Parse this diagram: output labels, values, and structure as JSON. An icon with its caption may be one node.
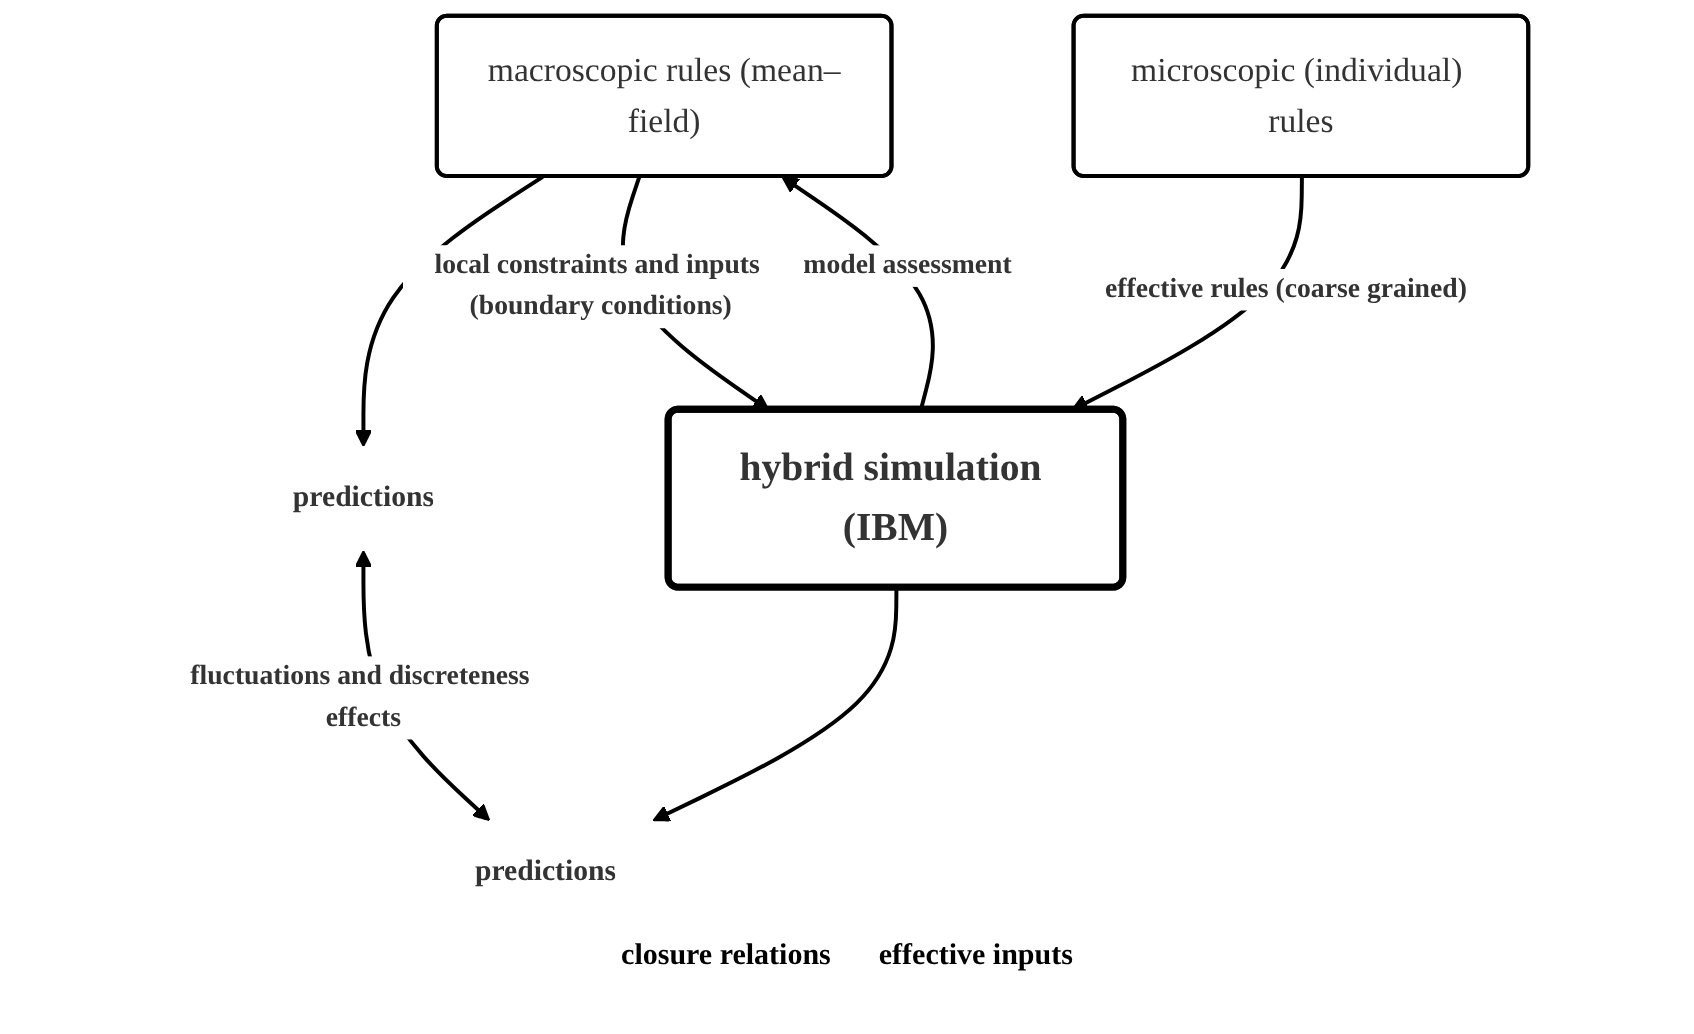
{
  "diagram": {
    "nodes": [
      {
        "text": [
          "macroscopic rules (mean–field)"
        ]
      },
      {
        "text": [
          "hybrid simulation (IBM)"
        ]
      },
      {
        "text": [
          "microscopic (individual) rules"
        ]
      },
      {
        "text": [
          "predictions"
        ]
      },
      {
        "text": [
          "predictions"
        ]
      }
    ],
    "edges": [
      {
        "from": 0,
        "to": 3,
        "arrow": "to"
      },
      {
        "from": 0,
        "to": 1,
        "arrow": "to",
        "label": "local constraints and inputs (boundary conditions)"
      },
      {
        "from": 1,
        "to": 0,
        "arrow": "to",
        "label": "model assessment"
      },
      {
        "from": 3,
        "to": 4,
        "arrow": "both",
        "label": "fluctuations and discreteness effects"
      },
      {
        "from": 1,
        "to": 4,
        "arrow": "to"
      },
      {
        "from": 2,
        "to": 1,
        "arrow": "to",
        "label": "effective rules (coarse grained)"
      }
    ],
    "labels": [
      "closure relations",
      "effective inputs"
    ]
  }
}
